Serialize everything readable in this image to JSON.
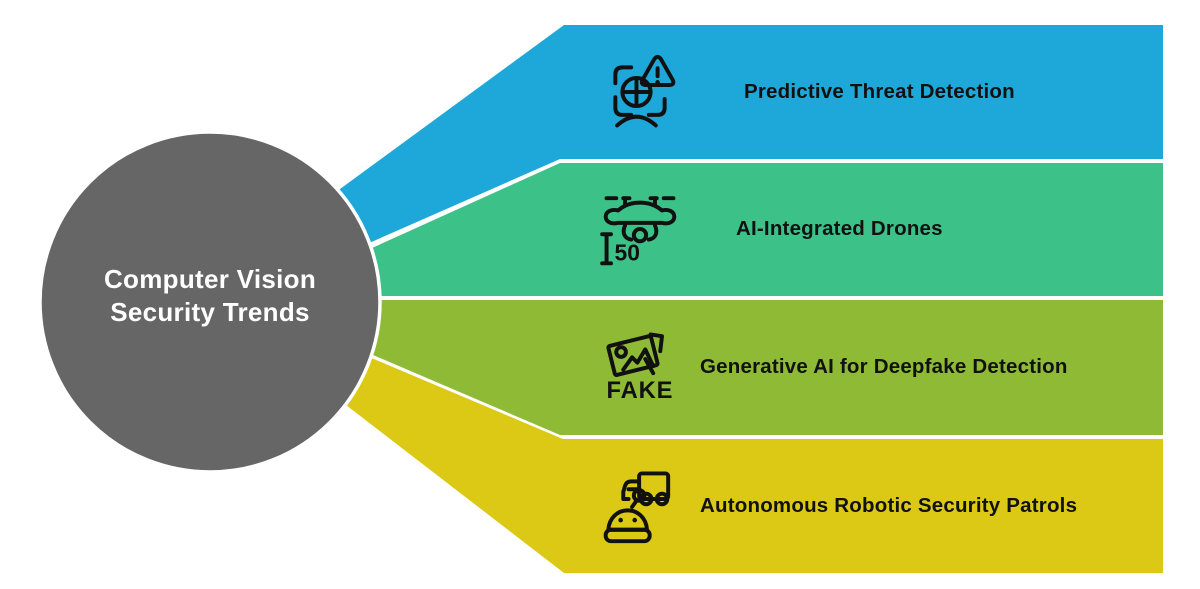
{
  "title": {
    "line1": "Computer Vision",
    "line2": "Security Trends"
  },
  "colors": {
    "circle": "#666666",
    "label_text": "#111111",
    "icon_stroke": "#111111",
    "background": "#ffffff"
  },
  "bands": [
    {
      "label": "Predictive Threat Detection",
      "color": "#1EA8D9",
      "icon": "threat-detection-scan-icon"
    },
    {
      "label": "AI-Integrated Drones",
      "color": "#3CC289",
      "icon": "drone-icon",
      "icon_text": "50"
    },
    {
      "label": "Generative AI for Deepfake Detection",
      "color": "#8FBA35",
      "icon": "fake-image-icon",
      "icon_text": "FAKE"
    },
    {
      "label": "Autonomous Robotic Security Patrols",
      "color": "#DBC915",
      "icon": "robot-truck-icon"
    }
  ]
}
